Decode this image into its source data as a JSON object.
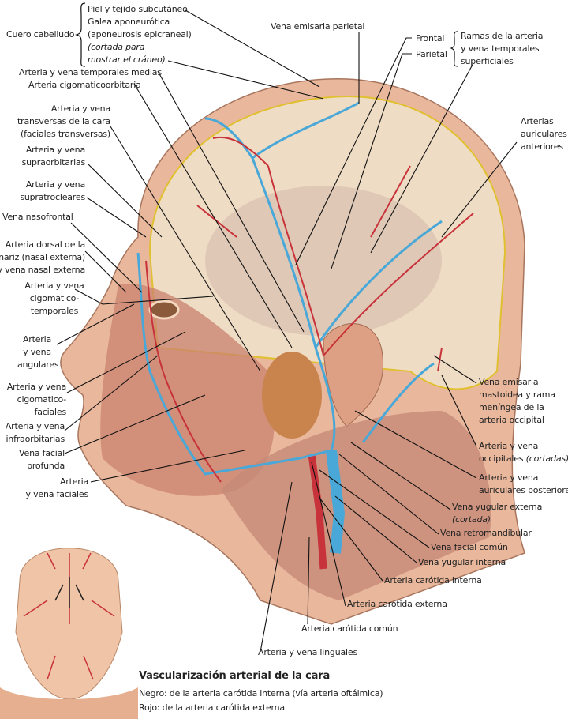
{
  "scalp": {
    "label": "Cuero cabelludo",
    "layers": [
      "Piel y tejido subcutáneo",
      "Galea aponeurótica",
      "(aponeurosis epicraneal)"
    ],
    "note": [
      "(cortada para",
      "mostrar el cráneo)"
    ]
  },
  "top_labels": {
    "parietal_emissary": "Vena emisaria parietal",
    "frontal": "Frontal",
    "parietal": "Parietal",
    "superficial_temporal": [
      "Ramas de la arteria",
      "y vena temporales",
      "superficiales"
    ]
  },
  "left_labels": {
    "middle_temporal": "Arteria y vena temporales medias",
    "zygomaticoorbital": "Arteria cigomaticoorbitaria",
    "transverse_facial": [
      "Arteria y vena",
      "transversas de la cara",
      "(faciales transversas)"
    ],
    "supraorbital": [
      "Arteria y vena",
      "supraorbitarias"
    ],
    "supratrochlear": [
      "Arteria y vena",
      "supratrocleares"
    ],
    "nasofrontal": "Vena nasofrontal",
    "dorsal_nasal": [
      "Arteria dorsal de la",
      "nariz (nasal externa)",
      "y vena nasal externa"
    ],
    "zygomaticotemporal": [
      "Arteria y vena",
      "cigomatico-",
      "temporales"
    ],
    "angular": [
      "Arteria",
      "y vena",
      "angulares"
    ],
    "zygomaticofacial": [
      "Arteria y vena",
      "cigomatico-",
      "faciales"
    ],
    "infraorbital": [
      "Arteria y vena",
      "infraorbitarias"
    ],
    "deep_facial": [
      "Vena facial",
      "profunda"
    ],
    "facial": [
      "Arteria",
      "y vena faciales"
    ]
  },
  "right_labels": {
    "anterior_auricular": [
      "Arterias",
      "auriculares",
      "anteriores"
    ],
    "mastoid_emissary": [
      "Vena emisaria",
      "mastoidea y rama",
      "meníngea de la",
      "arteria occipital"
    ],
    "occipital": [
      "Arteria y vena",
      "occipitales ",
      "(cortadas)"
    ],
    "posterior_auricular": [
      "Arteria y vena",
      "auriculares posteriores"
    ],
    "external_jugular": [
      "Vena yugular externa",
      "(cortada)"
    ],
    "retromandibular": "Vena retromandibular",
    "common_facial": "Vena facial común",
    "internal_jugular": "Vena yugular interna",
    "internal_carotid": "Arteria carótida interna",
    "external_carotid": "Arteria carótida externa",
    "common_carotid": "Arteria carótida común",
    "lingual": "Arteria y vena linguales"
  },
  "legend": {
    "title": "Vascularización arterial de la cara",
    "black": "Negro: de la arteria carótida interna (vía arteria oftálmica)",
    "red": "Rojo: de la arteria carótida externa"
  },
  "colors": {
    "artery": "#c8323a",
    "vein": "#4aa8d8",
    "skin": "#e8b49a",
    "muscle": "#c9826e",
    "bone": "#efdcc4",
    "fat": "#e2c020",
    "gland": "#c8844c"
  }
}
